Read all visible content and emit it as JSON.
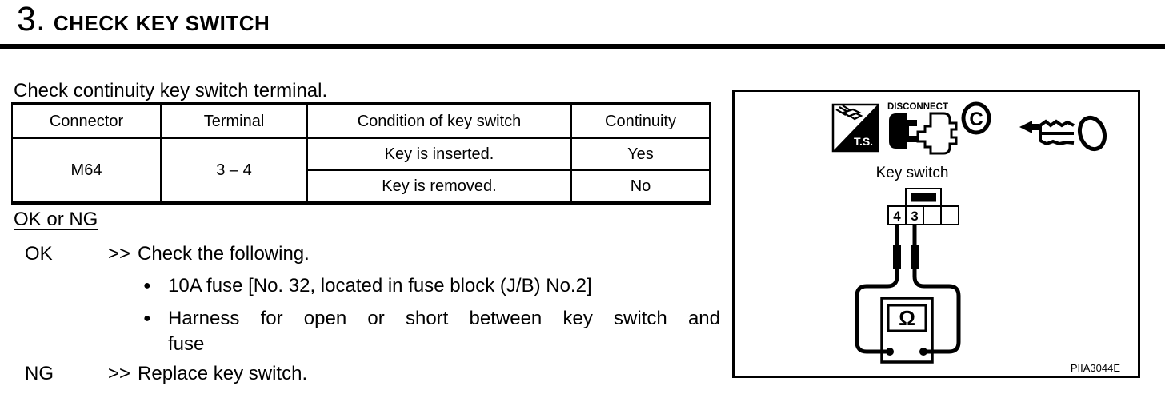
{
  "page": {
    "step_number": "3.",
    "title": "CHECK KEY SWITCH",
    "intro": "Check continuity key switch terminal."
  },
  "table": {
    "headers": [
      "Connector",
      "Terminal",
      "Condition of key switch",
      "Continuity"
    ],
    "connector": "M64",
    "terminal": "3 – 4",
    "rows": [
      {
        "condition": "Key is inserted.",
        "continuity": "Yes"
      },
      {
        "condition": "Key is removed.",
        "continuity": "No"
      }
    ]
  },
  "results": {
    "heading": "OK or NG",
    "ok": {
      "label": "OK",
      "arrow": ">>",
      "text": "Check the following."
    },
    "ng": {
      "label": "NG",
      "arrow": ">>",
      "text": "Replace key switch."
    },
    "ok_checks": [
      "10A fuse [No. 32, located in fuse block (J/B) No.2]",
      "Harness for open or short between key switch and fuse"
    ]
  },
  "figure": {
    "ts_label": "T.S.",
    "disconnect_label": "DISCONNECT",
    "key_symbol": "C",
    "key_switch_label": "Key switch",
    "terminal_4": "4",
    "terminal_3": "3",
    "ohm_symbol": "Ω",
    "figure_id": "PIIA3044E",
    "ink_color": "#000000",
    "paper_color": "#ffffff"
  }
}
